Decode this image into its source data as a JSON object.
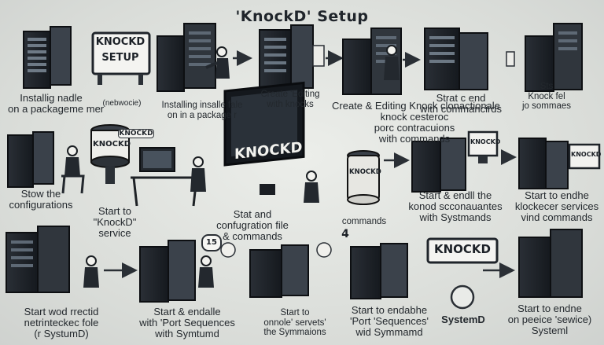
{
  "title": "'KnockD' Setup",
  "signs": {
    "top_sign_line1": "KNOCKD",
    "top_sign_line2": "SETUP",
    "cylinder_label": "KNOCKD",
    "monitor_small": "KNOCKD",
    "big_screen": "KNOCKD",
    "jar_label": "KNOCKD",
    "monitor_right1": "KNOCKD",
    "monitor_right2": "KNOCKD",
    "bottom_sign": "KNOCKD",
    "circle_badge": "15",
    "step_number": "4"
  },
  "labels": {
    "r1_a": [
      "Installig nadle",
      "on a packageme mer"
    ],
    "r1_a_side": "(nebwocie)",
    "r1_b": [
      "Installing insalle fale",
      "on in a package r"
    ],
    "r1_c": [
      "Create  'Editing",
      "with knocks"
    ],
    "r1_d": [
      "Create & Editing  Knock clonactionale",
      "knock cesteroc",
      "porc contracuions",
      "with commands"
    ],
    "r1_e": [
      "Strat c end",
      "with commancirds"
    ],
    "r1_f": [
      "Sts",
      "Knock fel",
      "jo sommaes"
    ],
    "r2_a": [
      "Stow the",
      "configurations"
    ],
    "r2_b": [
      "Start to",
      "\"KnockD\"",
      "service"
    ],
    "r2_c": [
      "Stat and",
      "confugration file",
      "& commands"
    ],
    "r2_d": "commands",
    "r2_e": [
      "Start & endll the",
      "konod scconauantes",
      "with Systmands"
    ],
    "r2_f": [
      "Start to endhe",
      "klockecer services",
      "vind commands"
    ],
    "r3_a": [
      "Start wod rrectid",
      "netrinteckec fole",
      "(r SystumD)"
    ],
    "r3_b": [
      "Start & endalle",
      "with 'Port Sequences",
      "with Symtumd"
    ],
    "r3_c": [
      "Start to",
      "onnole' servets'",
      "the Symmaions"
    ],
    "r3_d": [
      "Start to endabhe",
      "'Port 'Sequences'",
      "wid Symmamd"
    ],
    "r3_e": "SystemD",
    "r3_f": [
      "Start to endne",
      "on peeice 'sewice)",
      "Systeml"
    ]
  }
}
